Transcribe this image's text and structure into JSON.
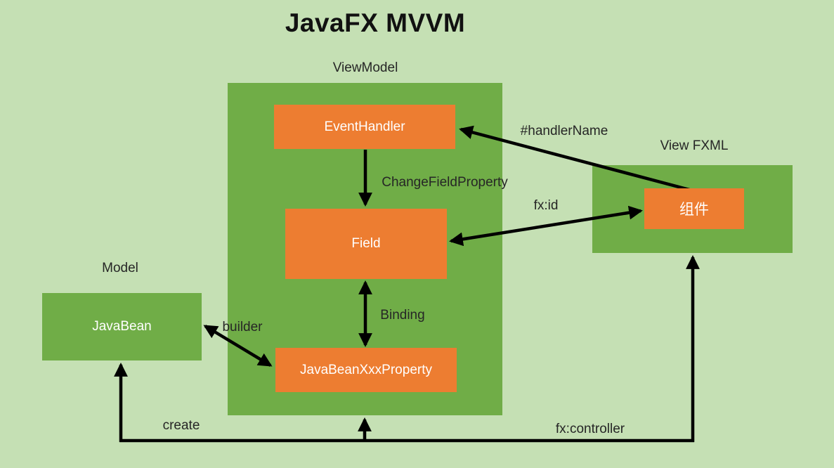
{
  "diagram": {
    "title": "JavaFX MVVM",
    "groups": [
      {
        "id": "viewmodel",
        "label": "ViewModel"
      },
      {
        "id": "view-fxml",
        "label": "View FXML"
      },
      {
        "id": "model",
        "label": "Model"
      }
    ],
    "nodes": [
      {
        "id": "event-handler",
        "label": "EventHandler"
      },
      {
        "id": "field",
        "label": "Field"
      },
      {
        "id": "javabean-xxx-property",
        "label": "JavaBeanXxxProperty"
      },
      {
        "id": "component",
        "label": "组件"
      },
      {
        "id": "javabean",
        "label": "JavaBean"
      }
    ],
    "edges": [
      {
        "id": "handler-name",
        "label": "#handlerName"
      },
      {
        "id": "change-field-property",
        "label": "ChangeFieldProperty"
      },
      {
        "id": "fx-id",
        "label": "fx:id"
      },
      {
        "id": "binding",
        "label": "Binding"
      },
      {
        "id": "builder",
        "label": "builder"
      },
      {
        "id": "create",
        "label": "create"
      },
      {
        "id": "fx-controller",
        "label": "fx:controller"
      }
    ],
    "colors": {
      "background": "#C5E0B4",
      "group_fill": "#70AD47",
      "node_fill": "#ED7D31",
      "node_text": "#FFFFFF",
      "arrow": "#000000",
      "label_text": "#262626"
    }
  }
}
